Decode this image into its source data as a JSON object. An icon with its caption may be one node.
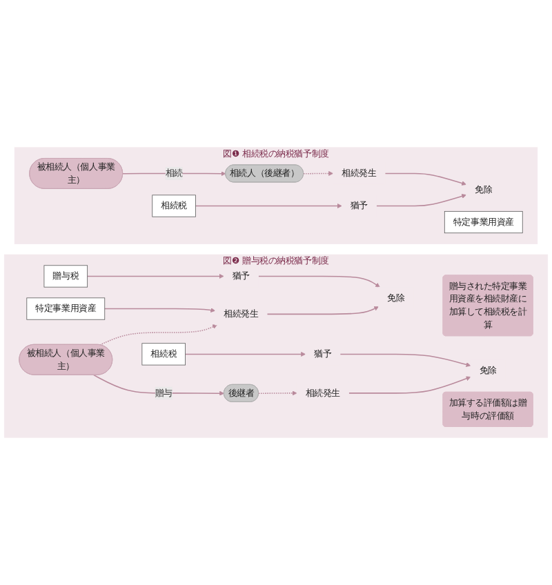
{
  "diagram": {
    "nodes": [
      {
        "text": [
          "図❶ 相続税の納税猶予制度"
        ]
      },
      {
        "text": [
          "被相続人（個人事業主）"
        ],
        "in": 0
      },
      {
        "text": [
          "特定事業用資産"
        ],
        "in": 0
      },
      {
        "text": [
          "相続人（後継者）"
        ],
        "in": 0
      },
      {
        "text": [
          "相続税"
        ],
        "in": 0
      },
      {
        "text": [
          "相続発生"
        ],
        "in": 0
      },
      {
        "text": [
          "猶予"
        ],
        "in": 0
      },
      {
        "text": [
          "免除"
        ],
        "in": 0
      },
      {
        "text": [
          "図❷ 贈与税の納税猶予制度"
        ]
      },
      {
        "text": [
          "被相続人（個人事業主）"
        ],
        "in": 8
      },
      {
        "text": [
          "特定事業用資産"
        ],
        "in": 8
      },
      {
        "text": [
          "相続発生"
        ],
        "in": 8
      },
      {
        "text": [
          "贈与された特定事業用資産を相続財産に加算して相続税を計算"
        ],
        "in": 8
      },
      {
        "text": [
          "加算する評価額は贈与時の評価額"
        ],
        "in": 8
      },
      {
        "text": [
          "後継者"
        ],
        "in": 8
      },
      {
        "text": [
          "相続発生"
        ],
        "in": 8
      },
      {
        "text": [
          "贈与税"
        ],
        "in": 8
      },
      {
        "text": [
          "猶予"
        ],
        "in": 8
      },
      {
        "text": [
          "免除"
        ],
        "in": 8
      },
      {
        "text": [
          "相続税"
        ],
        "in": 8
      },
      {
        "text": [
          "猶予"
        ],
        "in": 8
      },
      {
        "text": [
          "免除"
        ],
        "in": 8
      }
    ],
    "edges": [
      {
        "from": 1,
        "to": 3,
        "arrow": "to",
        "label": "相続"
      },
      {
        "from": 3,
        "to": 5,
        "arrow": "to",
        "style": "dashed"
      },
      {
        "from": 5,
        "to": 7,
        "arrow": "to"
      },
      {
        "from": 4,
        "to": 6,
        "arrow": "to"
      },
      {
        "from": 6,
        "to": 7,
        "arrow": "to"
      },
      {
        "from": 9,
        "to": 11,
        "arrow": "to",
        "style": "dashed"
      },
      {
        "from": 10,
        "to": 11,
        "arrow": "to"
      },
      {
        "from": 11,
        "to": 18,
        "arrow": "to"
      },
      {
        "from": 9,
        "to": 14,
        "arrow": "to",
        "label": "贈与"
      },
      {
        "from": 14,
        "to": 15,
        "arrow": "to",
        "style": "dashed"
      },
      {
        "from": 15,
        "to": 21,
        "arrow": "to"
      },
      {
        "from": 16,
        "to": 17,
        "arrow": "to"
      },
      {
        "from": 17,
        "to": 18,
        "arrow": "to"
      },
      {
        "from": 19,
        "to": 20,
        "arrow": "to"
      },
      {
        "from": 20,
        "to": 21,
        "arrow": "to"
      }
    ]
  }
}
